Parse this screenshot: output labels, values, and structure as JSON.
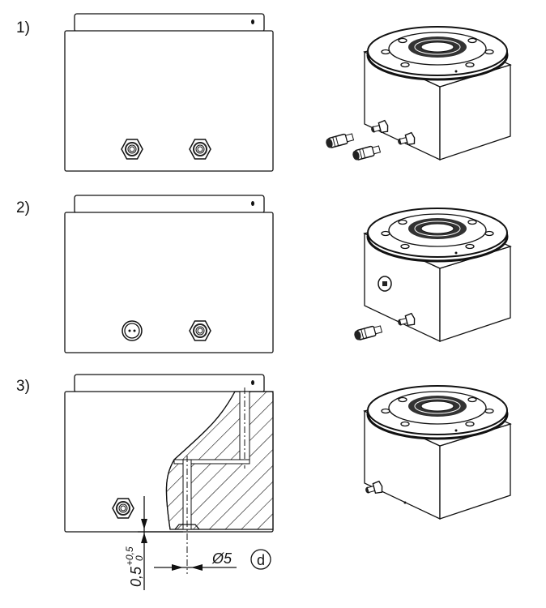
{
  "variants": [
    {
      "label": "1)"
    },
    {
      "label": "2)"
    },
    {
      "label": "3)"
    }
  ],
  "dimensions": {
    "gap_value": "0,5",
    "gap_tol_upper": "+0,5",
    "gap_tol_lower": "0",
    "bore": "Ø5",
    "bore_callout": "d"
  },
  "colors": {
    "line": "#111111",
    "background": "#ffffff"
  }
}
